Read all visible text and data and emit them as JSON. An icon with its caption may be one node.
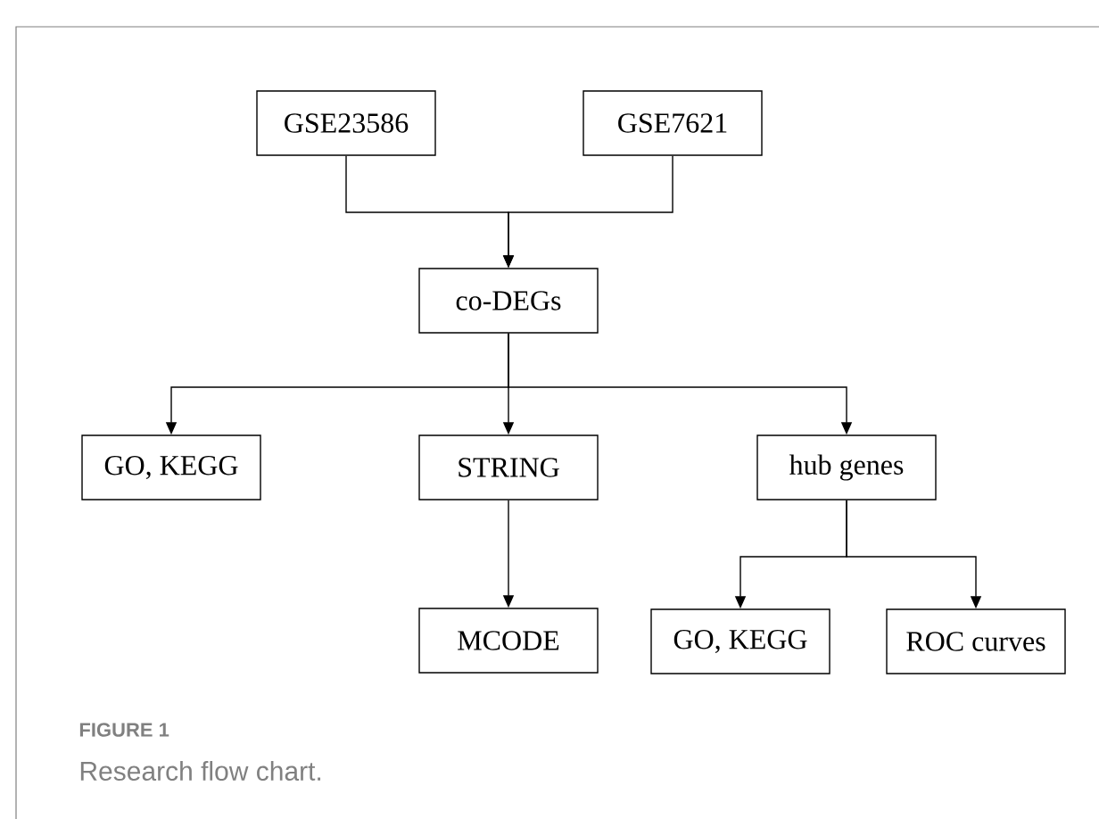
{
  "diagram": {
    "caption": "Research flow chart.",
    "nodes": [
      {
        "text": [
          "GSE23586"
        ]
      },
      {
        "text": [
          "GSE7621"
        ]
      },
      {
        "text": [
          "co-DEGs"
        ]
      },
      {
        "text": [
          "GO, KEGG"
        ]
      },
      {
        "text": [
          "STRING"
        ]
      },
      {
        "text": [
          "hub genes"
        ]
      },
      {
        "text": [
          "MCODE"
        ]
      },
      {
        "text": [
          "GO, KEGG"
        ]
      },
      {
        "text": [
          "ROC curves"
        ]
      }
    ],
    "edges": [
      {
        "from": 0,
        "to": 2,
        "arrow": "to"
      },
      {
        "from": 1,
        "to": 2,
        "arrow": "to"
      },
      {
        "from": 2,
        "to": 3,
        "arrow": "to"
      },
      {
        "from": 2,
        "to": 4,
        "arrow": "to"
      },
      {
        "from": 2,
        "to": 5,
        "arrow": "to"
      },
      {
        "from": 4,
        "to": 6,
        "arrow": "to"
      },
      {
        "from": 5,
        "to": 7,
        "arrow": "to"
      },
      {
        "from": 5,
        "to": 8,
        "arrow": "to"
      }
    ],
    "labels": [
      "FIGURE 1"
    ]
  }
}
